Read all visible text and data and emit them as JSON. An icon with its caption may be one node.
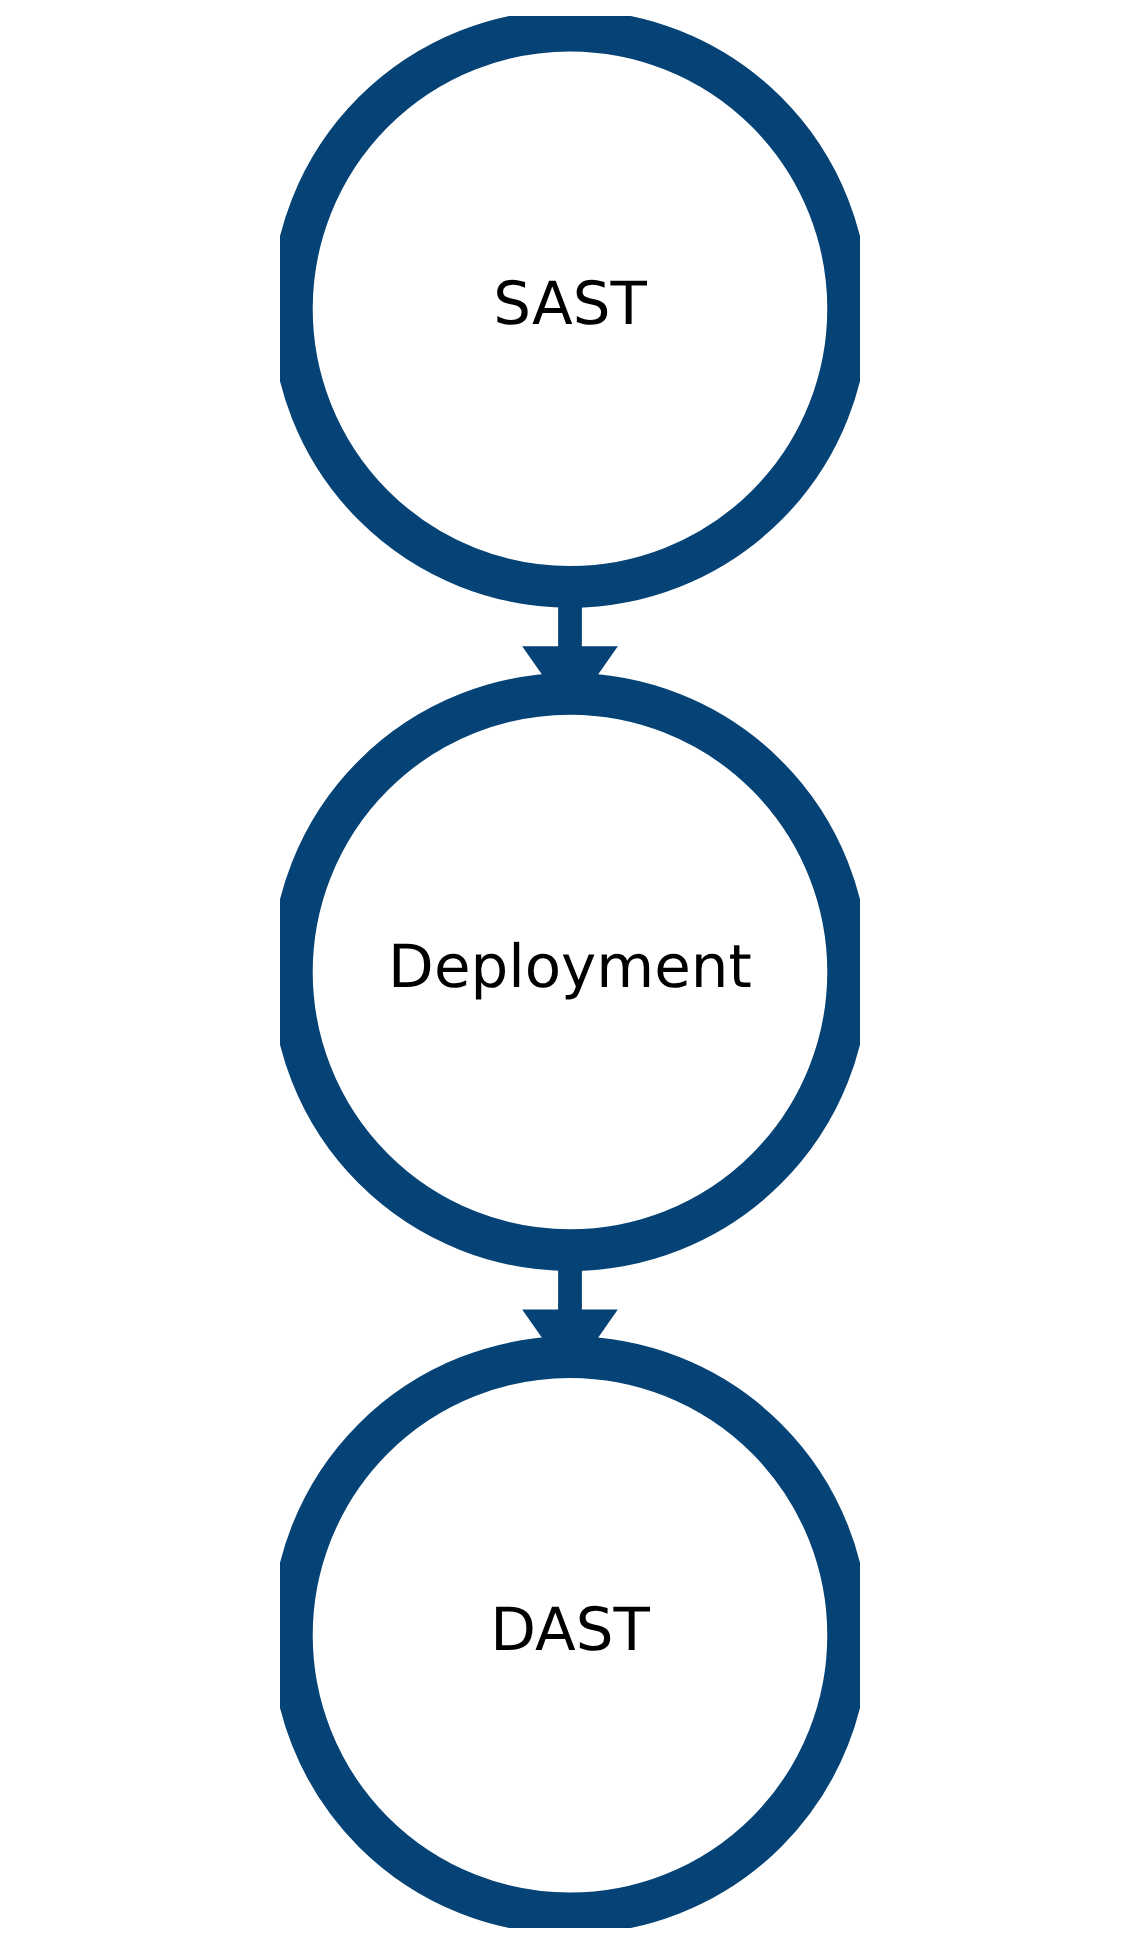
{
  "diagram": {
    "nodes": [
      {
        "text": [
          "SAST"
        ]
      },
      {
        "text": [
          "Deployment"
        ]
      },
      {
        "text": [
          "DAST"
        ]
      }
    ],
    "edges": [
      {
        "from": 0,
        "to": 1,
        "arrow": "to"
      },
      {
        "from": 1,
        "to": 2,
        "arrow": "to"
      }
    ]
  }
}
